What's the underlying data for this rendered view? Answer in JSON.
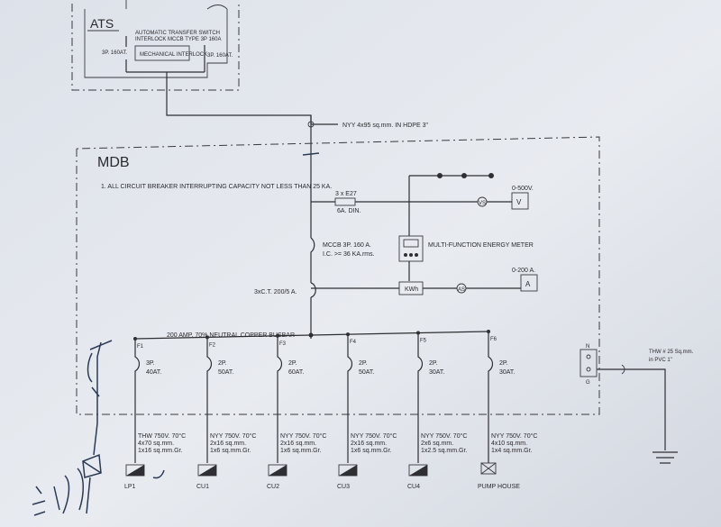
{
  "ats": {
    "title": "ATS",
    "line1": "AUTOMATIC TRANSFER SWITCH",
    "line2": "INTERLOCK MCCB TYPE 3P 160A",
    "left_rating": "3P. 160AT.",
    "interlock": "MECHANICAL INTERLOCK",
    "right_rating": "3P. 160AT."
  },
  "feeder_cable": "NYY 4x95 sq.mm. IN HDPE 3\"",
  "mdb": {
    "title": "MDB",
    "note": "1. ALL CIRCUIT BREAKER INTERRUPTING CAPACITY NOT LESS THAN 25 KA."
  },
  "fuse": {
    "line1": "3 x E27",
    "line2": "6A. DIN."
  },
  "voltmeter": {
    "range": "0-500V.",
    "symbol": "V"
  },
  "meter": {
    "label": "MULTI-FUNCTION ENERGY METER"
  },
  "main_breaker": {
    "line1": "MCCB 3P. 160 A.",
    "line2": "I.C. >= 36 KA.rms."
  },
  "ct": {
    "label": "3xC.T. 200/5 A."
  },
  "kwh": {
    "label": "KWh"
  },
  "vs": {
    "label": "VS"
  },
  "as": {
    "label": "AS"
  },
  "ammeter": {
    "range": "0-200 A.",
    "symbol": "A"
  },
  "busbar": {
    "label": "200 AMP. 70% NEUTRAL COPPER BUSBAR"
  },
  "feeders": [
    {
      "id": "F1",
      "breaker": [
        "3P.",
        "40AT."
      ],
      "cable": [
        "THW 750V. 70°C",
        "4x70 sq.mm.",
        "1x16 sq.mm.Gr."
      ],
      "load": "LP1"
    },
    {
      "id": "F2",
      "breaker": [
        "2P.",
        "50AT."
      ],
      "cable": [
        "NYY 750V. 70°C",
        "2x16 sq.mm.",
        "1x6 sq.mm.Gr."
      ],
      "load": "CU1"
    },
    {
      "id": "F3",
      "breaker": [
        "2P.",
        "60AT."
      ],
      "cable": [
        "NYY 750V. 70°C",
        "2x16 sq.mm.",
        "1x6 sq.mm.Gr."
      ],
      "load": "CU2"
    },
    {
      "id": "F4",
      "breaker": [
        "2P.",
        "50AT."
      ],
      "cable": [
        "NYY 750V. 70°C",
        "2x16 sq.mm.",
        "1x6 sq.mm.Gr."
      ],
      "load": "CU3"
    },
    {
      "id": "F5",
      "breaker": [
        "2P.",
        "30AT."
      ],
      "cable": [
        "NYY 750V. 70°C",
        "2x6 sq.mm.",
        "1x2.5 sq.mm.Gr."
      ],
      "load": "CU4"
    },
    {
      "id": "F6",
      "breaker": [
        "2P.",
        "30AT."
      ],
      "cable": [
        "NYY 750V. 70°C",
        "4x10 sq.mm.",
        "1x4 sq.mm.Gr."
      ],
      "load": "PUMP HOUSE"
    }
  ],
  "ground": {
    "terminal_top": "N",
    "terminal_bottom": "G",
    "line1": "THW # 25 Sq.mm.",
    "line2": "in PVC 1\""
  }
}
